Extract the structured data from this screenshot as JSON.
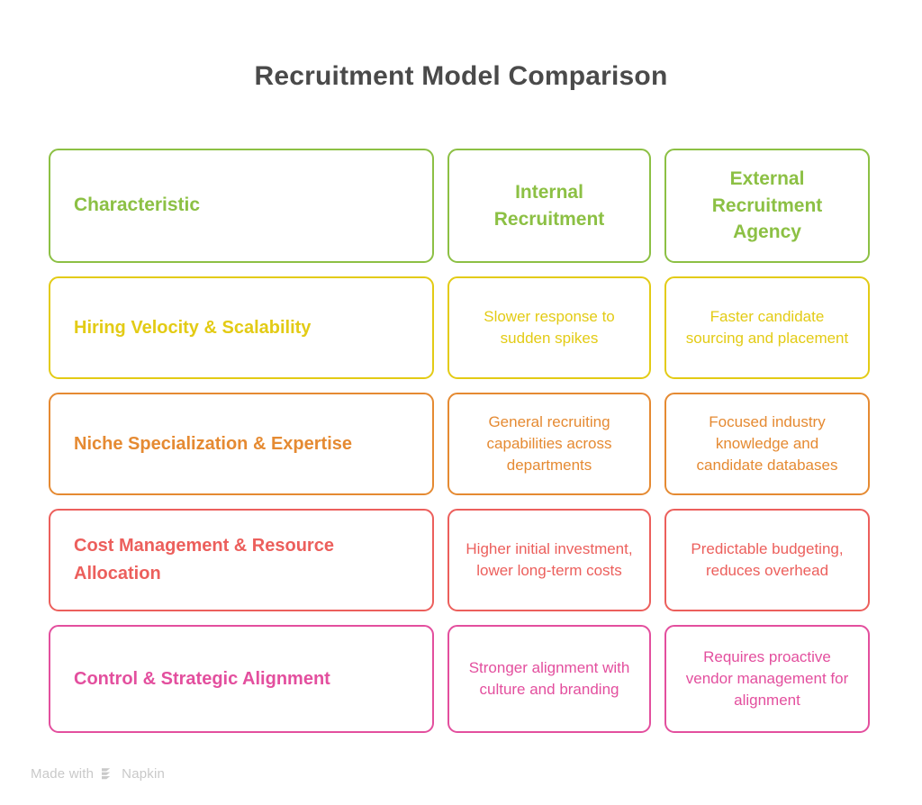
{
  "page": {
    "title": "Recruitment Model Comparison",
    "background": "#ffffff",
    "title_color": "#4a4a4a"
  },
  "colors": {
    "green": "#8CC044",
    "yellow": "#E3CB15",
    "orange": "#E58A32",
    "red": "#EC5F5C",
    "pink": "#E34F9E"
  },
  "table": {
    "columns": [
      "Characteristic",
      "Internal Recruitment",
      "External Recruitment Agency"
    ],
    "rows": [
      {
        "accent": "#8CC044",
        "is_header": true,
        "label": "Characteristic",
        "internal": "Internal Recruitment",
        "external": "External Recruitment Agency"
      },
      {
        "accent": "#E3CB15",
        "is_header": false,
        "label": "Hiring Velocity & Scalability",
        "internal": "Slower response to sudden spikes",
        "external": "Faster candidate sourcing and placement"
      },
      {
        "accent": "#E58A32",
        "is_header": false,
        "label": "Niche Specialization & Expertise",
        "internal": "General recruiting capabilities across departments",
        "external": "Focused industry knowledge and candidate databases"
      },
      {
        "accent": "#EC5F5C",
        "is_header": false,
        "label": "Cost Management & Resource Allocation",
        "internal": "Higher initial investment, lower long-term costs",
        "external": "Predictable budgeting, reduces overhead"
      },
      {
        "accent": "#E34F9E",
        "is_header": false,
        "label": "Control & Strategic Alignment",
        "internal": "Stronger alignment with culture and branding",
        "external": "Requires proactive vendor management for alignment"
      }
    ]
  },
  "watermark": {
    "prefix": "Made with",
    "brand": "Napkin",
    "logo_icon": "napkin-logo-icon",
    "color": "#c9c9c9"
  }
}
